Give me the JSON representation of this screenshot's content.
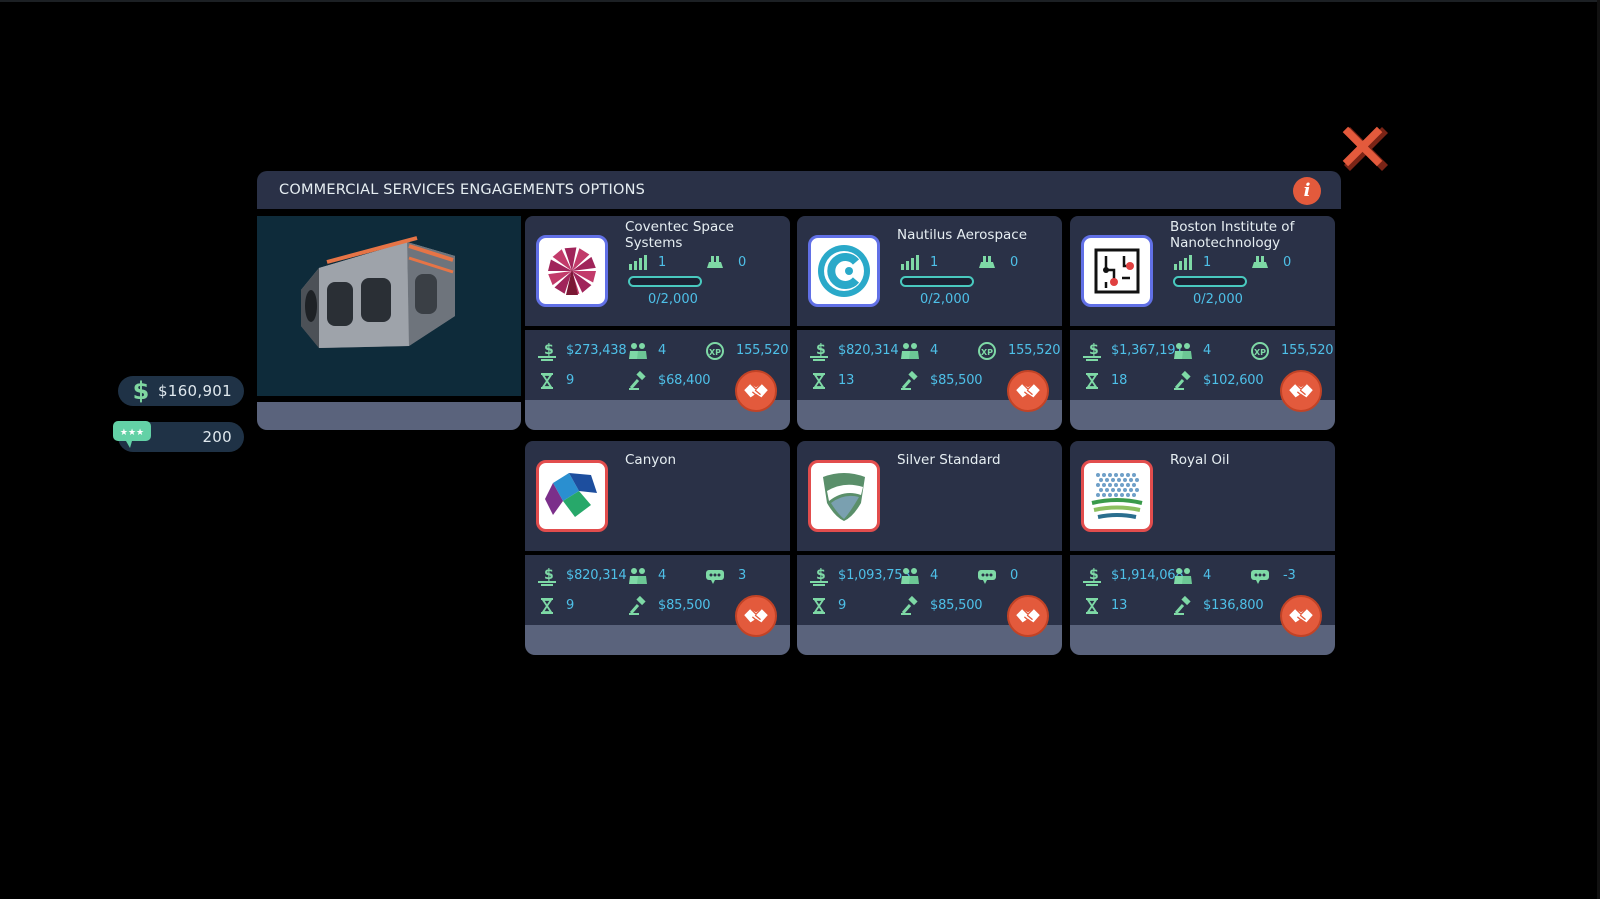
{
  "panel": {
    "title": "COMMERCIAL SERVICES ENGAGEMENTS OPTIONS"
  },
  "wallet": {
    "money": "$160,901",
    "reputation": "200"
  },
  "colors": {
    "accent": "#e35a3c",
    "teal": "#49c9bf",
    "value_text": "#4ec0e8",
    "card_bg": "#2a3147"
  },
  "cards": [
    {
      "name": "Coventec Space Systems",
      "logo": "coventec-logo",
      "logo_border": "blue",
      "level": "1",
      "slots": "0",
      "progress_text": "0/2,000",
      "progress_fraction": 0,
      "cost": "$273,438",
      "crew": "4",
      "third_label_icon": "xp-icon",
      "third_value": "155,520",
      "duration": "9",
      "bid": "$68,400"
    },
    {
      "name": "Nautilus Aerospace",
      "logo": "nautilus-logo",
      "logo_border": "blue",
      "level": "1",
      "slots": "0",
      "progress_text": "0/2,000",
      "progress_fraction": 0,
      "cost": "$820,314",
      "crew": "4",
      "third_label_icon": "xp-icon",
      "third_value": "155,520",
      "duration": "13",
      "bid": "$85,500"
    },
    {
      "name": "Boston Institute of Nanotechnology",
      "logo": "boston-logo",
      "logo_border": "blue",
      "level": "1",
      "slots": "0",
      "progress_text": "0/2,000",
      "progress_fraction": 0,
      "cost": "$1,367,191",
      "crew": "4",
      "third_label_icon": "xp-icon",
      "third_value": "155,520",
      "duration": "18",
      "bid": "$102,600"
    },
    {
      "name": "Canyon",
      "logo": "canyon-logo",
      "logo_border": "red",
      "cost": "$820,314",
      "crew": "4",
      "third_label_icon": "reputation-icon",
      "third_value": "3",
      "duration": "9",
      "bid": "$85,500"
    },
    {
      "name": "Silver Standard",
      "logo": "silver-standard-logo",
      "logo_border": "red",
      "cost": "$1,093,753",
      "crew": "4",
      "third_label_icon": "reputation-icon",
      "third_value": "0",
      "duration": "9",
      "bid": "$85,500"
    },
    {
      "name": "Royal Oil",
      "logo": "royal-oil-logo",
      "logo_border": "red",
      "cost": "$1,914,068",
      "crew": "4",
      "third_label_icon": "reputation-icon",
      "third_value": "-3",
      "duration": "13",
      "bid": "$136,800"
    }
  ]
}
